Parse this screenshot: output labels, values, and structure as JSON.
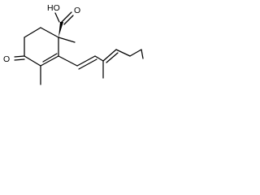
{
  "molecule": {
    "atom_labels": {
      "hydroxyl": "HO",
      "carboxyl_oxygen": "O",
      "ketone_oxygen": "O"
    }
  }
}
